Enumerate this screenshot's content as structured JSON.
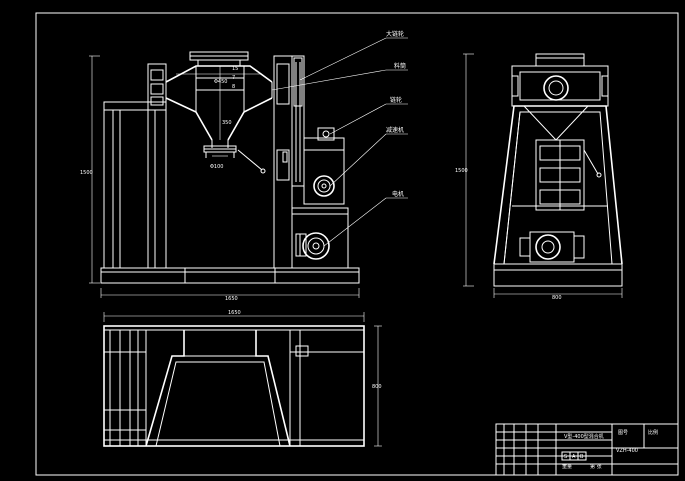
{
  "colors": {
    "background": "#000000",
    "lines": "#ffffff"
  },
  "callouts": {
    "c1": "大链轮",
    "c2": "料筒",
    "c3": "链轮",
    "c4": "减速机",
    "c5": "电机"
  },
  "dims": {
    "front_height": "1500",
    "front_width": "1650",
    "side_height": "1500",
    "side_width": "800",
    "plan_width": "1650",
    "plan_depth": "800",
    "opening": "Φ450",
    "outlet": "Φ100",
    "cone_len": "350",
    "d_small1": "15",
    "d_small2": "7",
    "d_small3": "8"
  },
  "title_block": {
    "name": "V型-400型混合机",
    "drawing_no": "VZH-400",
    "material": "图号",
    "scale": "比例",
    "s1": "S",
    "s2": "A",
    "s3": "B",
    "weight": "重量",
    "sheet": "第 张"
  }
}
